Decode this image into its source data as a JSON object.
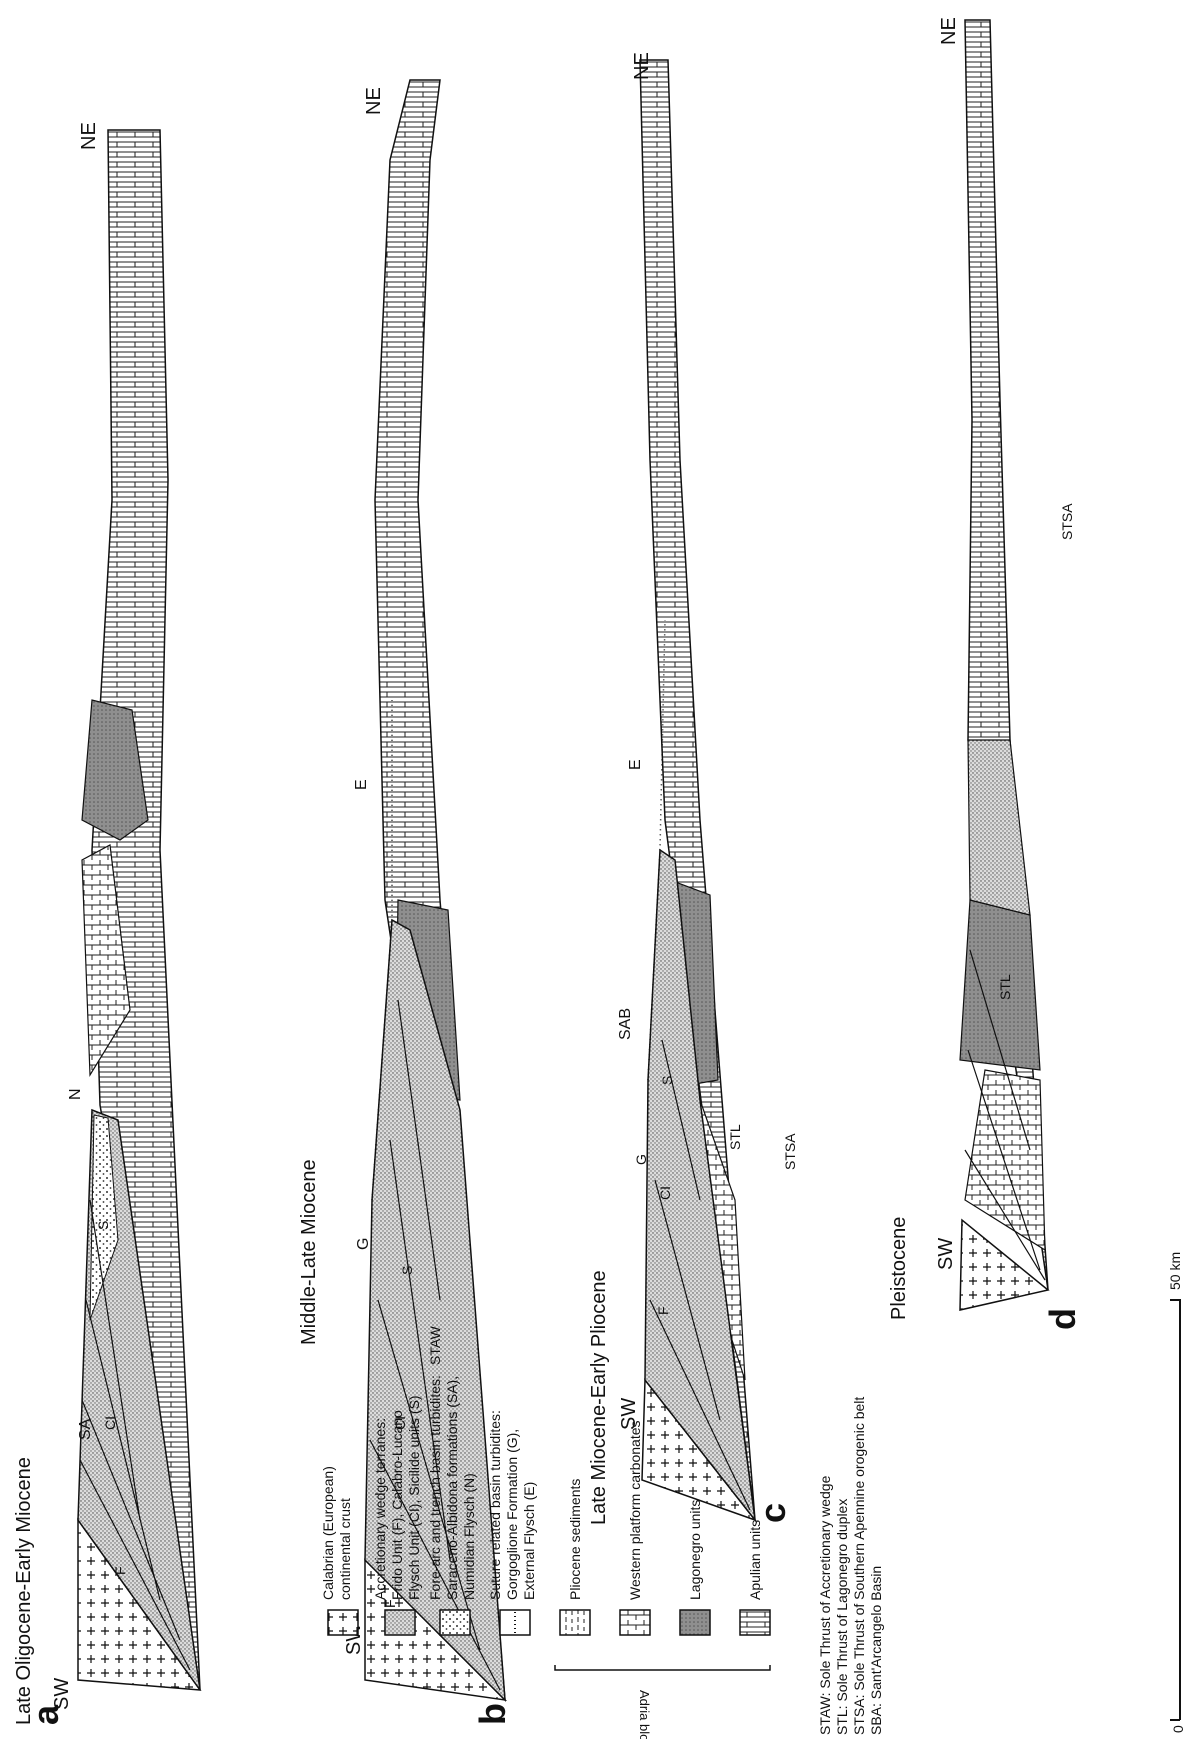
{
  "panels": [
    {
      "letter": "a",
      "title": "Late Oligocene-Early Miocene",
      "sw": "SW",
      "ne": "NE",
      "units": [
        "F",
        "CI",
        "S",
        "SA",
        "N"
      ]
    },
    {
      "letter": "b",
      "title": "Middle-Late Miocene",
      "sw": "SW",
      "ne": "NE",
      "units": [
        "F",
        "CI",
        "S",
        "G",
        "E",
        "STAW"
      ]
    },
    {
      "letter": "c",
      "title": "Late Miocene-Early Pliocene",
      "sw": "SW",
      "ne": "NE",
      "units": [
        "F",
        "CI",
        "S",
        "G",
        "SAB",
        "E",
        "STL",
        "STSA"
      ]
    },
    {
      "letter": "d",
      "title": "Pleistocene",
      "sw": "SW",
      "ne": "NE",
      "units": [
        "STL",
        "STSA"
      ]
    }
  ],
  "legend": {
    "group_label": "Adria block units",
    "items": [
      {
        "name": "Calabrian (European) continental crust",
        "lines": [
          "Calabrian (European)",
          "continental crust"
        ],
        "pattern": "crosses"
      },
      {
        "name": "Accretionary wedge terranes",
        "lines": [
          "Accretionary wedge terranes:",
          "Frido Unit (F), Calabro-Lucano",
          "Flysch Unit (CI), Sicilide units (S)"
        ],
        "pattern": "fine-dots"
      },
      {
        "name": "Fore-arc and trench basin turbidites",
        "lines": [
          "Fore-arc and trench basin turbidites:",
          "Saraceno-Albidona formations (SA),",
          "Numidian Flysch (N)"
        ],
        "pattern": "coarse-dots"
      },
      {
        "name": "Suture related basin turbidites",
        "lines": [
          "Suture related basin turbidites:",
          "Gorgoglione Formation (G),",
          "External Flysch (E)"
        ],
        "pattern": "dotted-line"
      },
      {
        "name": "Pliocene sediments",
        "lines": [
          "Pliocene sediments"
        ],
        "pattern": "dashes"
      },
      {
        "name": "Western platform carbonates",
        "lines": [
          "Western platform carbonates"
        ],
        "pattern": "bricks"
      },
      {
        "name": "Lagonegro units",
        "lines": [
          "Lagonegro units"
        ],
        "pattern": "dark"
      },
      {
        "name": "Apulian units",
        "lines": [
          "Apulian units"
        ],
        "pattern": "layers"
      }
    ]
  },
  "abbreviations": [
    "STAW: Sole Thrust of Accretionary wedge",
    "STL: Sole Thrust of Lagonegro duplex",
    "STSA: Sole Thrust of Southern Apennine orogenic belt",
    "SBA: Sant'Arcangelo Basin"
  ],
  "scale_bar": {
    "zero": "0",
    "label": "50 km"
  },
  "colors": {
    "ink": "#111111",
    "paper": "#ffffff",
    "dark_unit": "#8f8f8f",
    "dotted_unit": "#d8d8d8"
  }
}
